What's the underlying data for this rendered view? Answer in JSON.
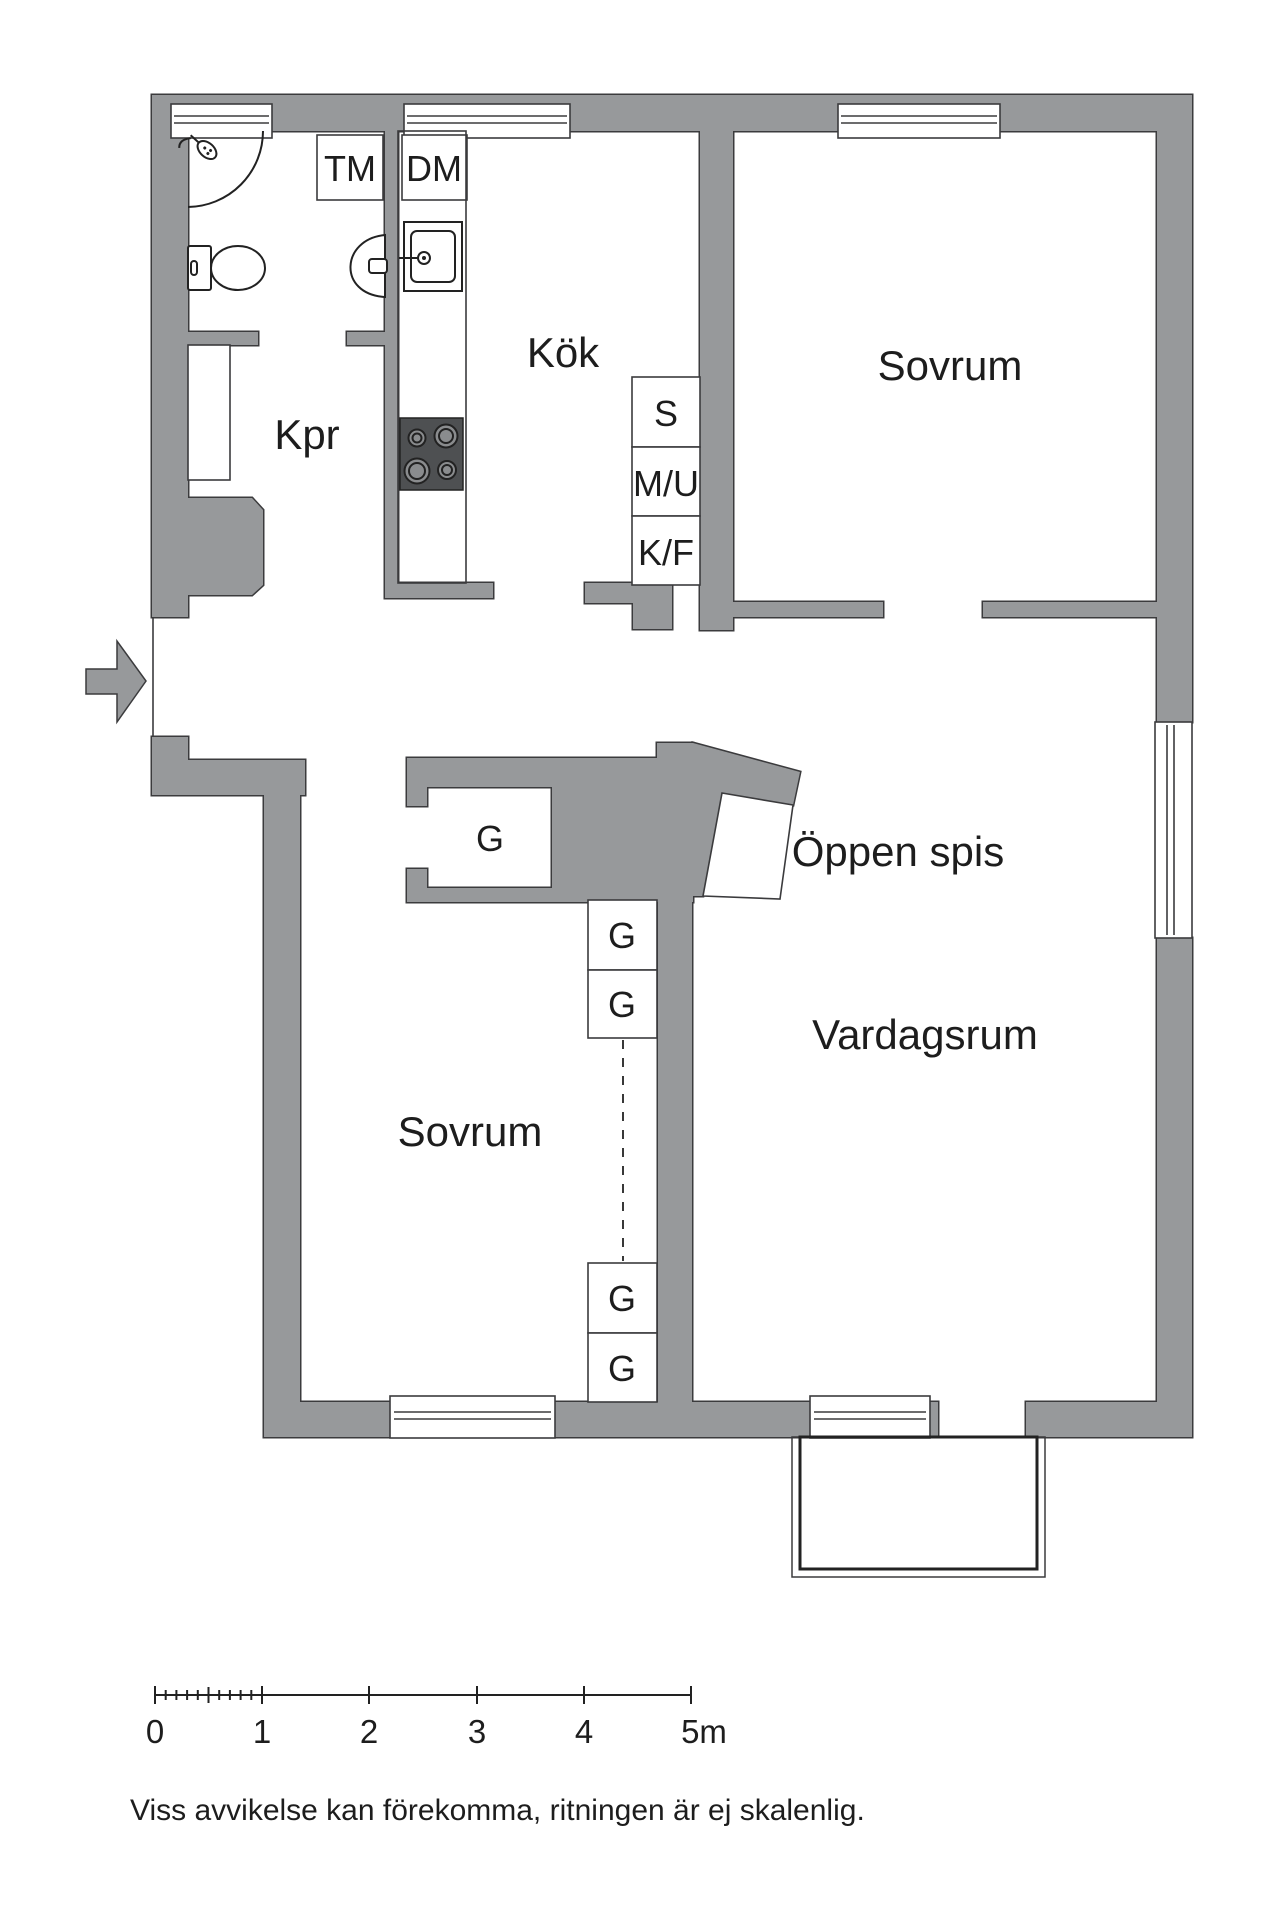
{
  "colors": {
    "wall": "#97999b",
    "outline": "#3b3b3d",
    "line": "#222222",
    "stove": "#4e5052",
    "burner": "#8a8c8e",
    "text": "#1d1d1d"
  },
  "floorplan": {
    "rooms": {
      "kpr": "Kpr",
      "kok": "Kök",
      "sovrum_top": "Sovrum",
      "oppen_spis": "Öppen spis",
      "vardagsrum": "Vardagsrum",
      "sovrum_bottom": "Sovrum"
    },
    "units": {
      "tm": "TM",
      "dm": "DM",
      "s": "S",
      "mu": "M/U",
      "kf": "K/F",
      "g": "G"
    }
  },
  "scale_bar": {
    "labels": [
      "0",
      "1",
      "2",
      "3",
      "4",
      "5m"
    ]
  },
  "footer": {
    "disclaimer": "Viss avvikelse kan förekomma, ritningen är ej skalenlig."
  }
}
